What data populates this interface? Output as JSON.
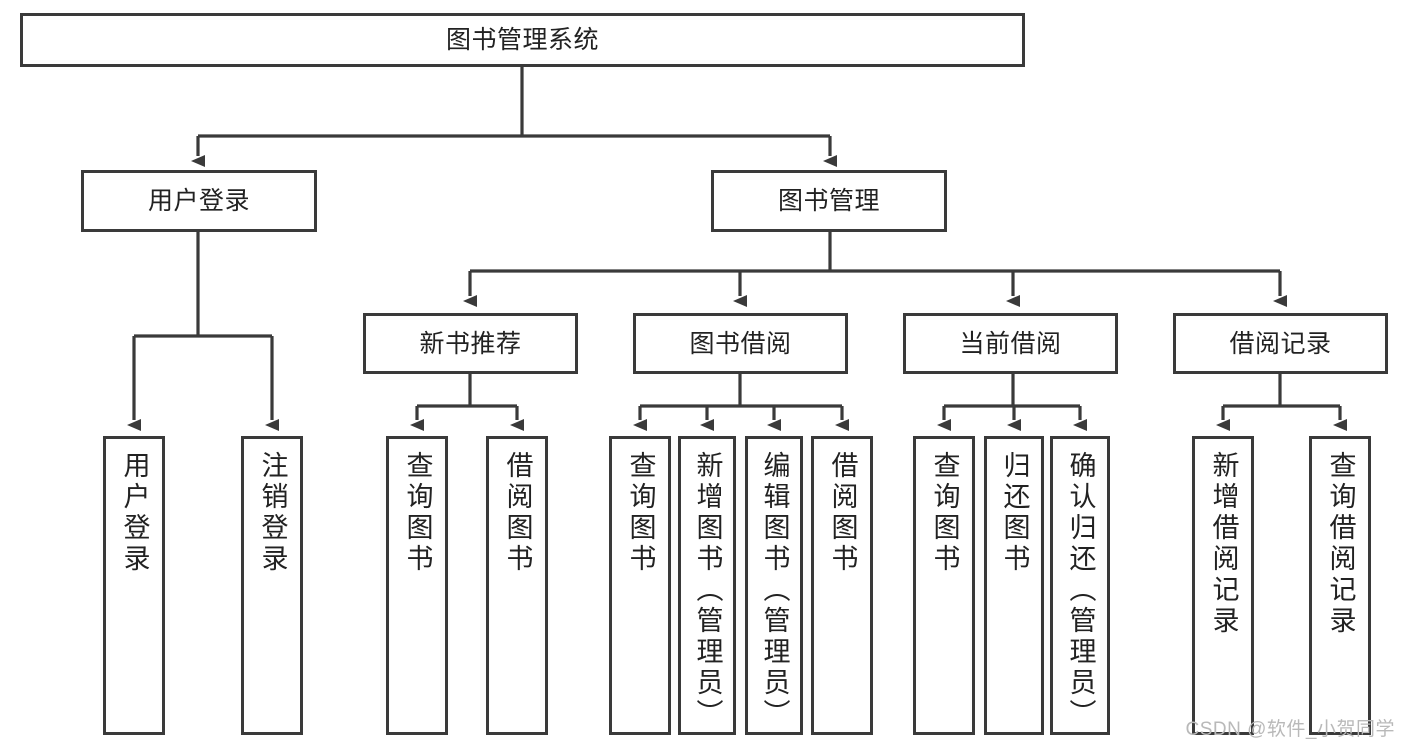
{
  "diagram": {
    "title_node": {
      "label": "图书管理系统"
    },
    "level2": [
      {
        "id": "user-login",
        "label": "用户登录"
      },
      {
        "id": "book-management",
        "label": "图书管理"
      }
    ],
    "level3": [
      {
        "id": "new-book-recommend",
        "label": "新书推荐"
      },
      {
        "id": "book-borrow",
        "label": "图书借阅"
      },
      {
        "id": "current-borrow",
        "label": "当前借阅"
      },
      {
        "id": "borrow-record",
        "label": "借阅记录"
      }
    ],
    "leaves": {
      "user_login": [
        {
          "id": "leaf-user-login",
          "label": "用户登录"
        },
        {
          "id": "leaf-logout",
          "label": "注销登录"
        }
      ],
      "new_book_recommend": [
        {
          "id": "leaf-query-book-1",
          "label": "查询图书"
        },
        {
          "id": "leaf-borrow-book-1",
          "label": "借阅图书"
        }
      ],
      "book_borrow": [
        {
          "id": "leaf-query-book-2",
          "label": "查询图书"
        },
        {
          "id": "leaf-add-book",
          "label": "新增图书（管理员）"
        },
        {
          "id": "leaf-edit-book",
          "label": "编辑图书（管理员）"
        },
        {
          "id": "leaf-borrow-book-2",
          "label": "借阅图书"
        }
      ],
      "current_borrow": [
        {
          "id": "leaf-query-book-3",
          "label": "查询图书"
        },
        {
          "id": "leaf-return-book",
          "label": "归还图书"
        },
        {
          "id": "leaf-confirm-return",
          "label": "确认归还（管理员）"
        }
      ],
      "borrow_record": [
        {
          "id": "leaf-add-record",
          "label": "新增借阅记录"
        },
        {
          "id": "leaf-query-record",
          "label": "查询借阅记录"
        }
      ]
    }
  },
  "watermark": {
    "text": "CSDN @软件_小贺同学"
  },
  "colors": {
    "border": "#3a3a3a",
    "background": "#ffffff",
    "text": "#222222",
    "watermark": "#b9b9b9"
  }
}
